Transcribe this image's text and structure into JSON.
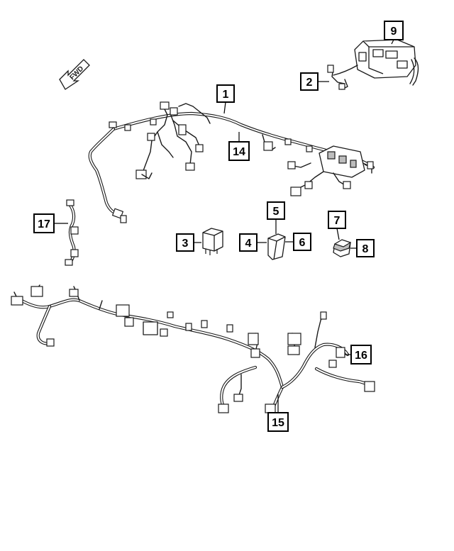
{
  "diagram": {
    "direction_arrow_label": "FWD",
    "callouts": [
      {
        "id": "1",
        "label": "1"
      },
      {
        "id": "2",
        "label": "2"
      },
      {
        "id": "3",
        "label": "3"
      },
      {
        "id": "4",
        "label": "4"
      },
      {
        "id": "5",
        "label": "5"
      },
      {
        "id": "6",
        "label": "6"
      },
      {
        "id": "7",
        "label": "7"
      },
      {
        "id": "8",
        "label": "8"
      },
      {
        "id": "9",
        "label": "9"
      },
      {
        "id": "14",
        "label": "14"
      },
      {
        "id": "15",
        "label": "15"
      },
      {
        "id": "16",
        "label": "16"
      },
      {
        "id": "17",
        "label": "17"
      }
    ],
    "icons": [
      "direction-arrow-icon",
      "instrument-panel-harness",
      "front-end-harness",
      "fuse-block",
      "relay",
      "fuse",
      "jumper-harness"
    ]
  }
}
